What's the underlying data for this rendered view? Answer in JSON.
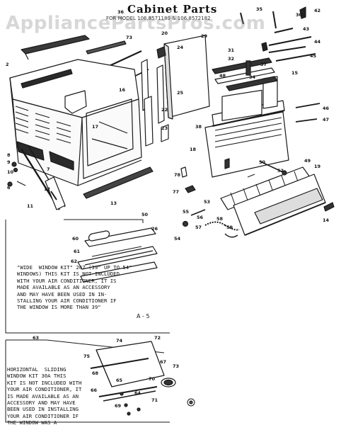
{
  "header": {
    "title": "Cabinet Parts",
    "subtitle": "FOR MODEL 106.8571180 & 106.8572182"
  },
  "watermark": "AppliancePartsPros.com",
  "notes": {
    "wide_window_kit": "\"WIDE  WINDOW KIT\" 267 (39\" UP TO 54\"\nWINDOWS) THIS KIT IS NOT INCLUDED\nWITH YOUR AIR CONDITIONER, IT IS\nMADE AVAILABLE AS AN ACCESSORY\nAND MAY HAVE BEEN USED IN IN-\nSTALLING YOUR AIR CONDITIONER IF\nTHE WINDOW IS MORE THAN 39\"",
    "horizontal_sliding_kit": "HORIZONTAL  SLIDING\nWINDOW KIT 30A THIS\nKIT IS NOT INCLUDED WITH\nYOUR AIR CONDITIONER, IT\nIS MADE AVAILABLE AS AN\nACCESSORY AND MAY HAVE\nBEEN USED IN INSTALLING\nYOUR AIR CONDITIONER IF\nTHE WINDOW WAS A\nHORIZONTAL SLIDER.",
    "ref_mark": "A - 5"
  },
  "part_numbers": [
    {
      "id": "p36",
      "text": "36"
    },
    {
      "id": "p2",
      "text": "2"
    },
    {
      "id": "p73",
      "text": "73"
    },
    {
      "id": "p20",
      "text": "20"
    },
    {
      "id": "p24",
      "text": "24"
    },
    {
      "id": "p29",
      "text": "29"
    },
    {
      "id": "p25",
      "text": "25"
    },
    {
      "id": "p35",
      "text": "35"
    },
    {
      "id": "p30",
      "text": "30"
    },
    {
      "id": "p42",
      "text": "42"
    },
    {
      "id": "p43",
      "text": "43"
    },
    {
      "id": "p44",
      "text": "44"
    },
    {
      "id": "p45",
      "text": "45"
    },
    {
      "id": "p31",
      "text": "31"
    },
    {
      "id": "p32",
      "text": "32"
    },
    {
      "id": "p37",
      "text": "37"
    },
    {
      "id": "p48",
      "text": "48"
    },
    {
      "id": "p34",
      "text": "34"
    },
    {
      "id": "p46",
      "text": "46"
    },
    {
      "id": "p47",
      "text": "47"
    },
    {
      "id": "p38",
      "text": "38"
    },
    {
      "id": "p16",
      "text": "16"
    },
    {
      "id": "p22",
      "text": "22"
    },
    {
      "id": "p17",
      "text": "17"
    },
    {
      "id": "p23",
      "text": "23"
    },
    {
      "id": "p18",
      "text": "18"
    },
    {
      "id": "p8",
      "text": "8"
    },
    {
      "id": "p9",
      "text": "9"
    },
    {
      "id": "p10",
      "text": "10"
    },
    {
      "id": "p7",
      "text": "7"
    },
    {
      "id": "p6",
      "text": "6"
    },
    {
      "id": "p11",
      "text": "11"
    },
    {
      "id": "p12",
      "text": "12"
    },
    {
      "id": "p13",
      "text": "13"
    },
    {
      "id": "p15",
      "text": "15"
    },
    {
      "id": "p19",
      "text": "19"
    },
    {
      "id": "p78",
      "text": "78"
    },
    {
      "id": "p77",
      "text": "77"
    },
    {
      "id": "p52",
      "text": "52"
    },
    {
      "id": "p53",
      "text": "53"
    },
    {
      "id": "p50a",
      "text": "50"
    },
    {
      "id": "p49",
      "text": "49"
    },
    {
      "id": "p55",
      "text": "55"
    },
    {
      "id": "p56",
      "text": "56"
    },
    {
      "id": "p57",
      "text": "57"
    },
    {
      "id": "p58",
      "text": "58"
    },
    {
      "id": "p59",
      "text": "59"
    },
    {
      "id": "p54",
      "text": "54"
    },
    {
      "id": "p14",
      "text": "14"
    },
    {
      "id": "p50b",
      "text": "50"
    },
    {
      "id": "p60",
      "text": "60"
    },
    {
      "id": "p26",
      "text": "26"
    },
    {
      "id": "p61",
      "text": "61"
    },
    {
      "id": "p62",
      "text": "62"
    },
    {
      "id": "p63",
      "text": "63"
    },
    {
      "id": "p74",
      "text": "74"
    },
    {
      "id": "p72",
      "text": "72"
    },
    {
      "id": "p75",
      "text": "75"
    },
    {
      "id": "p67",
      "text": "67"
    },
    {
      "id": "p68",
      "text": "68"
    },
    {
      "id": "p65",
      "text": "65"
    },
    {
      "id": "p66",
      "text": "66"
    },
    {
      "id": "p70",
      "text": "70"
    },
    {
      "id": "p64",
      "text": "64"
    },
    {
      "id": "p71",
      "text": "71"
    },
    {
      "id": "p69",
      "text": "69"
    },
    {
      "id": "p73b",
      "text": "73"
    }
  ]
}
